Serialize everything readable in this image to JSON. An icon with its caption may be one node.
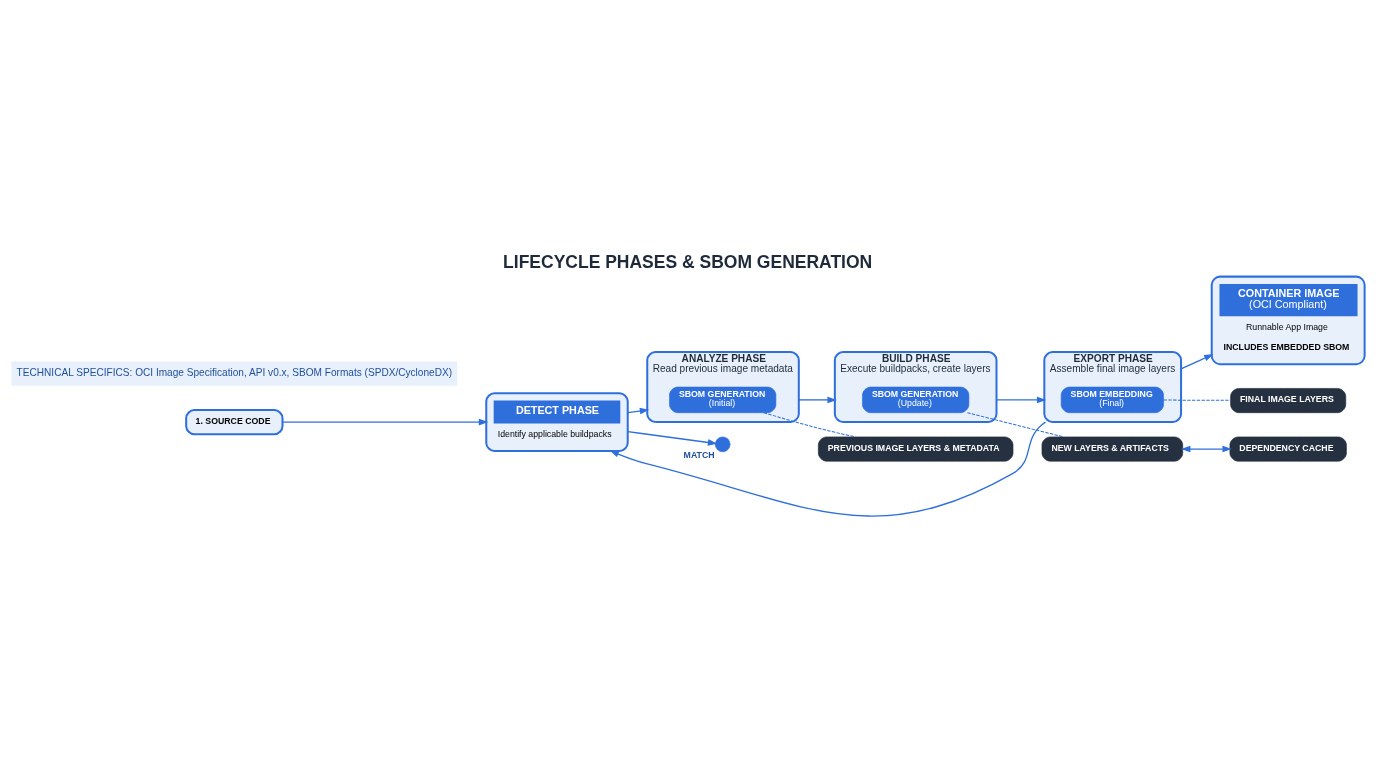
{
  "diagram": {
    "title": "LIFECYCLE PHASES & SBOM GENERATION",
    "nodes": [
      {
        "text": [
          "1. SOURCE CODE"
        ]
      },
      {
        "text": [
          "DETECT PHASE",
          "Identify applicable buildpacks"
        ]
      },
      {
        "text": [
          "ANALYZE PHASE",
          "Read previous image metadata"
        ]
      },
      {
        "text": [
          "SBOM GENERATION",
          "(Initial)"
        ],
        "in": 2
      },
      {
        "text": [
          "BUILD PHASE",
          "Execute buildpacks, create layers"
        ]
      },
      {
        "text": [
          "SBOM GENERATION",
          "(Update)"
        ],
        "in": 4
      },
      {
        "text": [
          "EXPORT PHASE",
          "Assemble final image layers"
        ]
      },
      {
        "text": [
          "SBOM EMBEDDING",
          "(Final)"
        ],
        "in": 6
      },
      {
        "text": [
          "CONTAINER IMAGE",
          "(OCI Compliant)",
          "Runnable App Image",
          "INCLUDES EMBEDDED SBOM"
        ]
      },
      {
        "text": [],
        "shape": "circle",
        "beside": [
          "MATCH"
        ]
      },
      {
        "text": [
          "PREVIOUS IMAGE LAYERS & METADATA"
        ]
      },
      {
        "text": [
          "NEW LAYERS & ARTIFACTS"
        ]
      },
      {
        "text": [
          "FINAL IMAGE LAYERS"
        ]
      },
      {
        "text": [
          "DEPENDENCY CACHE"
        ]
      }
    ],
    "edges": [
      {
        "from": 0,
        "to": 1,
        "arrow": "to"
      },
      {
        "from": 1,
        "to": 2,
        "arrow": "to"
      },
      {
        "from": 2,
        "to": 4,
        "arrow": "to"
      },
      {
        "from": 4,
        "to": 6,
        "arrow": "to"
      },
      {
        "from": 6,
        "to": 8,
        "arrow": "to"
      },
      {
        "from": 6,
        "to": 1,
        "arrow": "to"
      },
      {
        "from": 1,
        "to": 9,
        "arrow": "to"
      },
      {
        "from": 3,
        "to": 10,
        "arrow": "none",
        "style": "dashed"
      },
      {
        "from": 5,
        "to": 11,
        "arrow": "none",
        "style": "dashed"
      },
      {
        "from": 7,
        "to": 12,
        "arrow": "none",
        "style": "dashed"
      },
      {
        "from": 11,
        "to": 13,
        "arrow": "both"
      }
    ],
    "labels": [
      "TECHNICAL SPECIFICS: OCI Image Specification, API v0.x, SBOM Formats (SPDX/CycloneDX)"
    ]
  }
}
